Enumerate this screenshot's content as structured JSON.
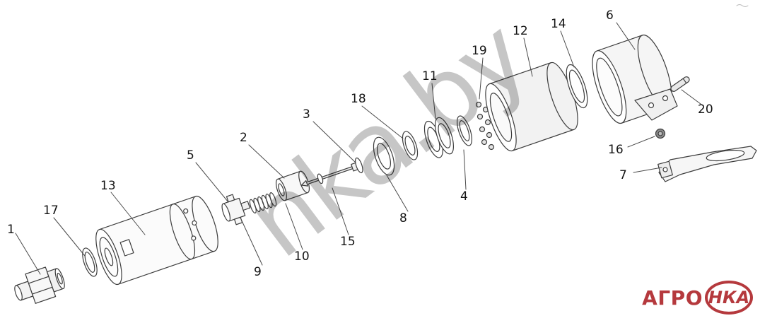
{
  "watermark": {
    "text": "nka.by",
    "color": "#c6c6c6"
  },
  "logo": {
    "prefix": "АГРО",
    "oval_text": "НКА",
    "color": "#b5393d"
  },
  "diagram": {
    "labels": [
      {
        "id": "1"
      },
      {
        "id": "17"
      },
      {
        "id": "13"
      },
      {
        "id": "5"
      },
      {
        "id": "2"
      },
      {
        "id": "3"
      },
      {
        "id": "18"
      },
      {
        "id": "11"
      },
      {
        "id": "19"
      },
      {
        "id": "12"
      },
      {
        "id": "14"
      },
      {
        "id": "6"
      },
      {
        "id": "20"
      },
      {
        "id": "16"
      },
      {
        "id": "7"
      },
      {
        "id": "4"
      },
      {
        "id": "8"
      },
      {
        "id": "15"
      },
      {
        "id": "10"
      },
      {
        "id": "9"
      }
    ]
  }
}
